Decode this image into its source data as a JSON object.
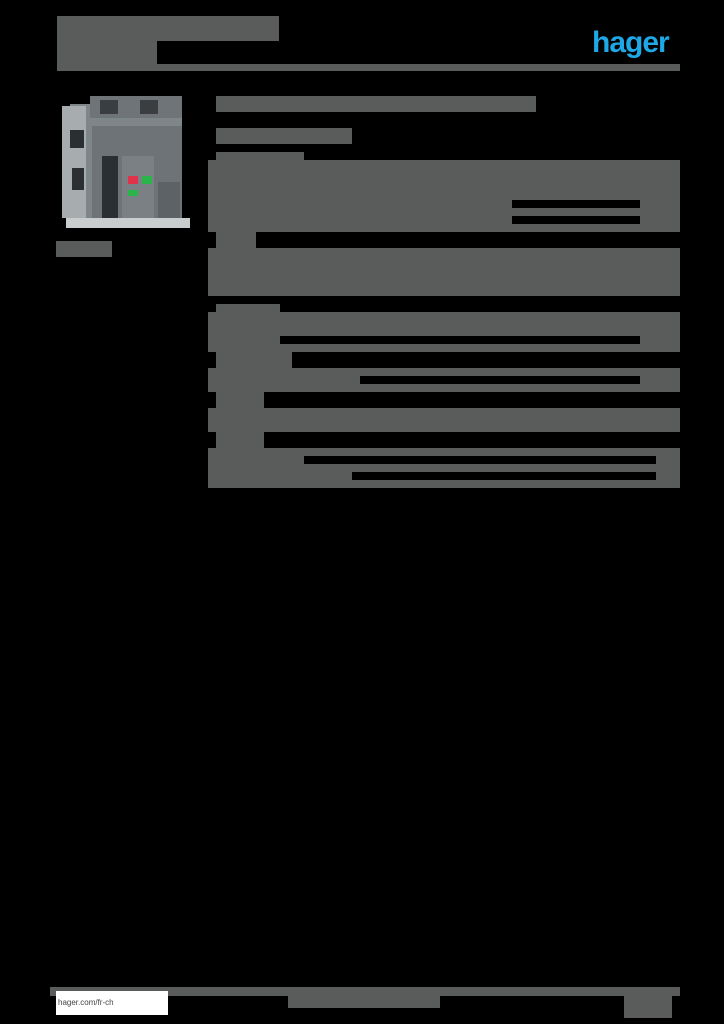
{
  "header": {
    "brand_logo_text": "hager",
    "brand_color": "#1fa8e6"
  },
  "product": {
    "image_icon": "air-circuit-breaker-image",
    "button_colors": {
      "red": "#e0324a",
      "green": "#2bb44a"
    }
  },
  "footer": {
    "website": "hager.com/fr-ch"
  },
  "colors": {
    "text_block": "#5a5c5c",
    "background": "#000000"
  }
}
